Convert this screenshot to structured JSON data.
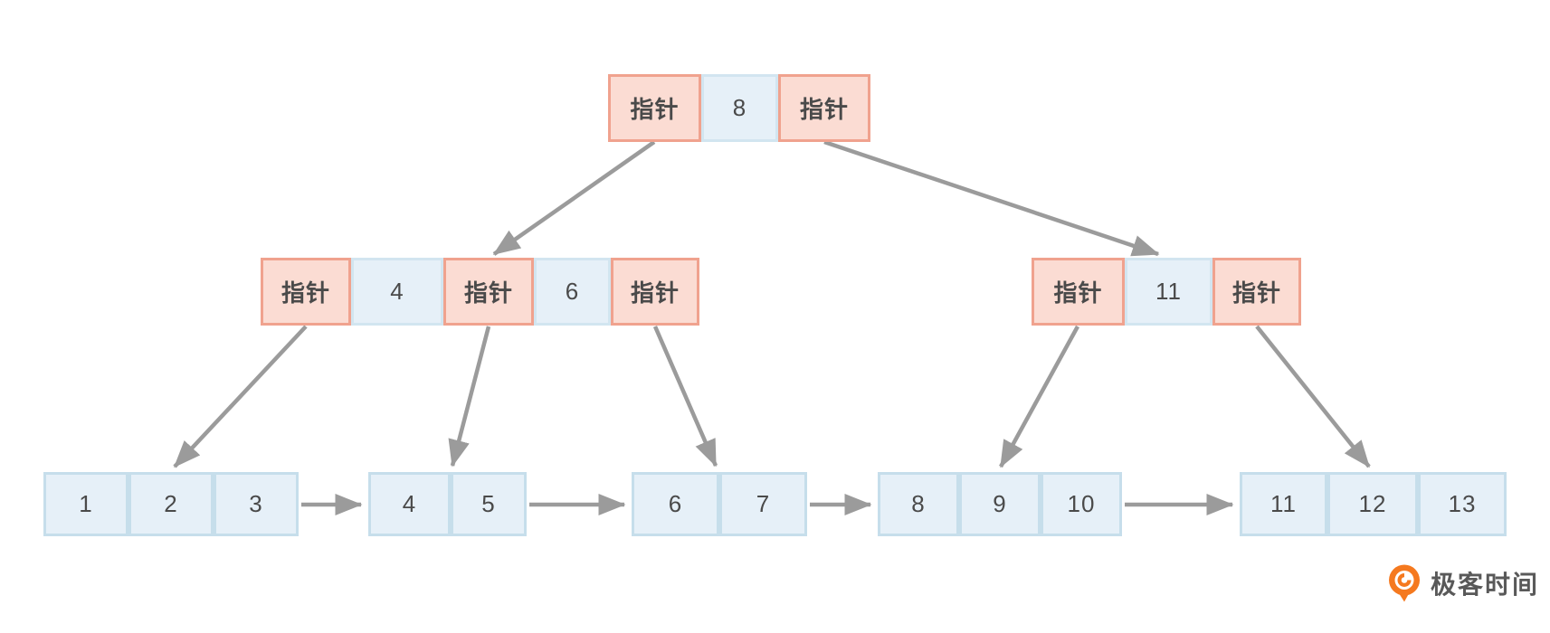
{
  "diagram_type": "b-plus-tree",
  "nodes": {
    "root": {
      "cells": [
        "指针",
        "8",
        "指针"
      ]
    },
    "internal_left": {
      "cells": [
        "指针",
        "4",
        "指针",
        "6",
        "指针"
      ]
    },
    "internal_right": {
      "cells": [
        "指针",
        "11",
        "指针"
      ]
    },
    "leaf_1": {
      "cells": [
        "1",
        "2",
        "3"
      ]
    },
    "leaf_2": {
      "cells": [
        "4",
        "5"
      ]
    },
    "leaf_3": {
      "cells": [
        "6",
        "7"
      ]
    },
    "leaf_4": {
      "cells": [
        "8",
        "9",
        "10"
      ]
    },
    "leaf_5": {
      "cells": [
        "11",
        "12",
        "13"
      ]
    }
  },
  "edges": [
    {
      "from": "root.pointer_left",
      "to": "internal_left"
    },
    {
      "from": "root.pointer_right",
      "to": "internal_right"
    },
    {
      "from": "internal_left.pointer_1",
      "to": "leaf_1"
    },
    {
      "from": "internal_left.pointer_2",
      "to": "leaf_2"
    },
    {
      "from": "internal_left.pointer_3",
      "to": "leaf_3"
    },
    {
      "from": "internal_right.pointer_1",
      "to": "leaf_4"
    },
    {
      "from": "internal_right.pointer_2",
      "to": "leaf_5"
    },
    {
      "from": "leaf_1",
      "to": "leaf_2"
    },
    {
      "from": "leaf_2",
      "to": "leaf_3"
    },
    {
      "from": "leaf_3",
      "to": "leaf_4"
    },
    {
      "from": "leaf_4",
      "to": "leaf_5"
    }
  ],
  "watermark": {
    "brand": "极客时间"
  },
  "colors": {
    "pointer_fill": "#fbdcd3",
    "pointer_border": "#f0a28e",
    "key_fill": "#e6f0f8",
    "key_border": "#d2e5f0",
    "leaf_fill": "#e6f0f8",
    "leaf_border": "#c6deeb",
    "arrow": "#9b9b9b",
    "text": "#4a4a4a",
    "brand_orange": "#f5791f",
    "brand_text": "#595959"
  }
}
